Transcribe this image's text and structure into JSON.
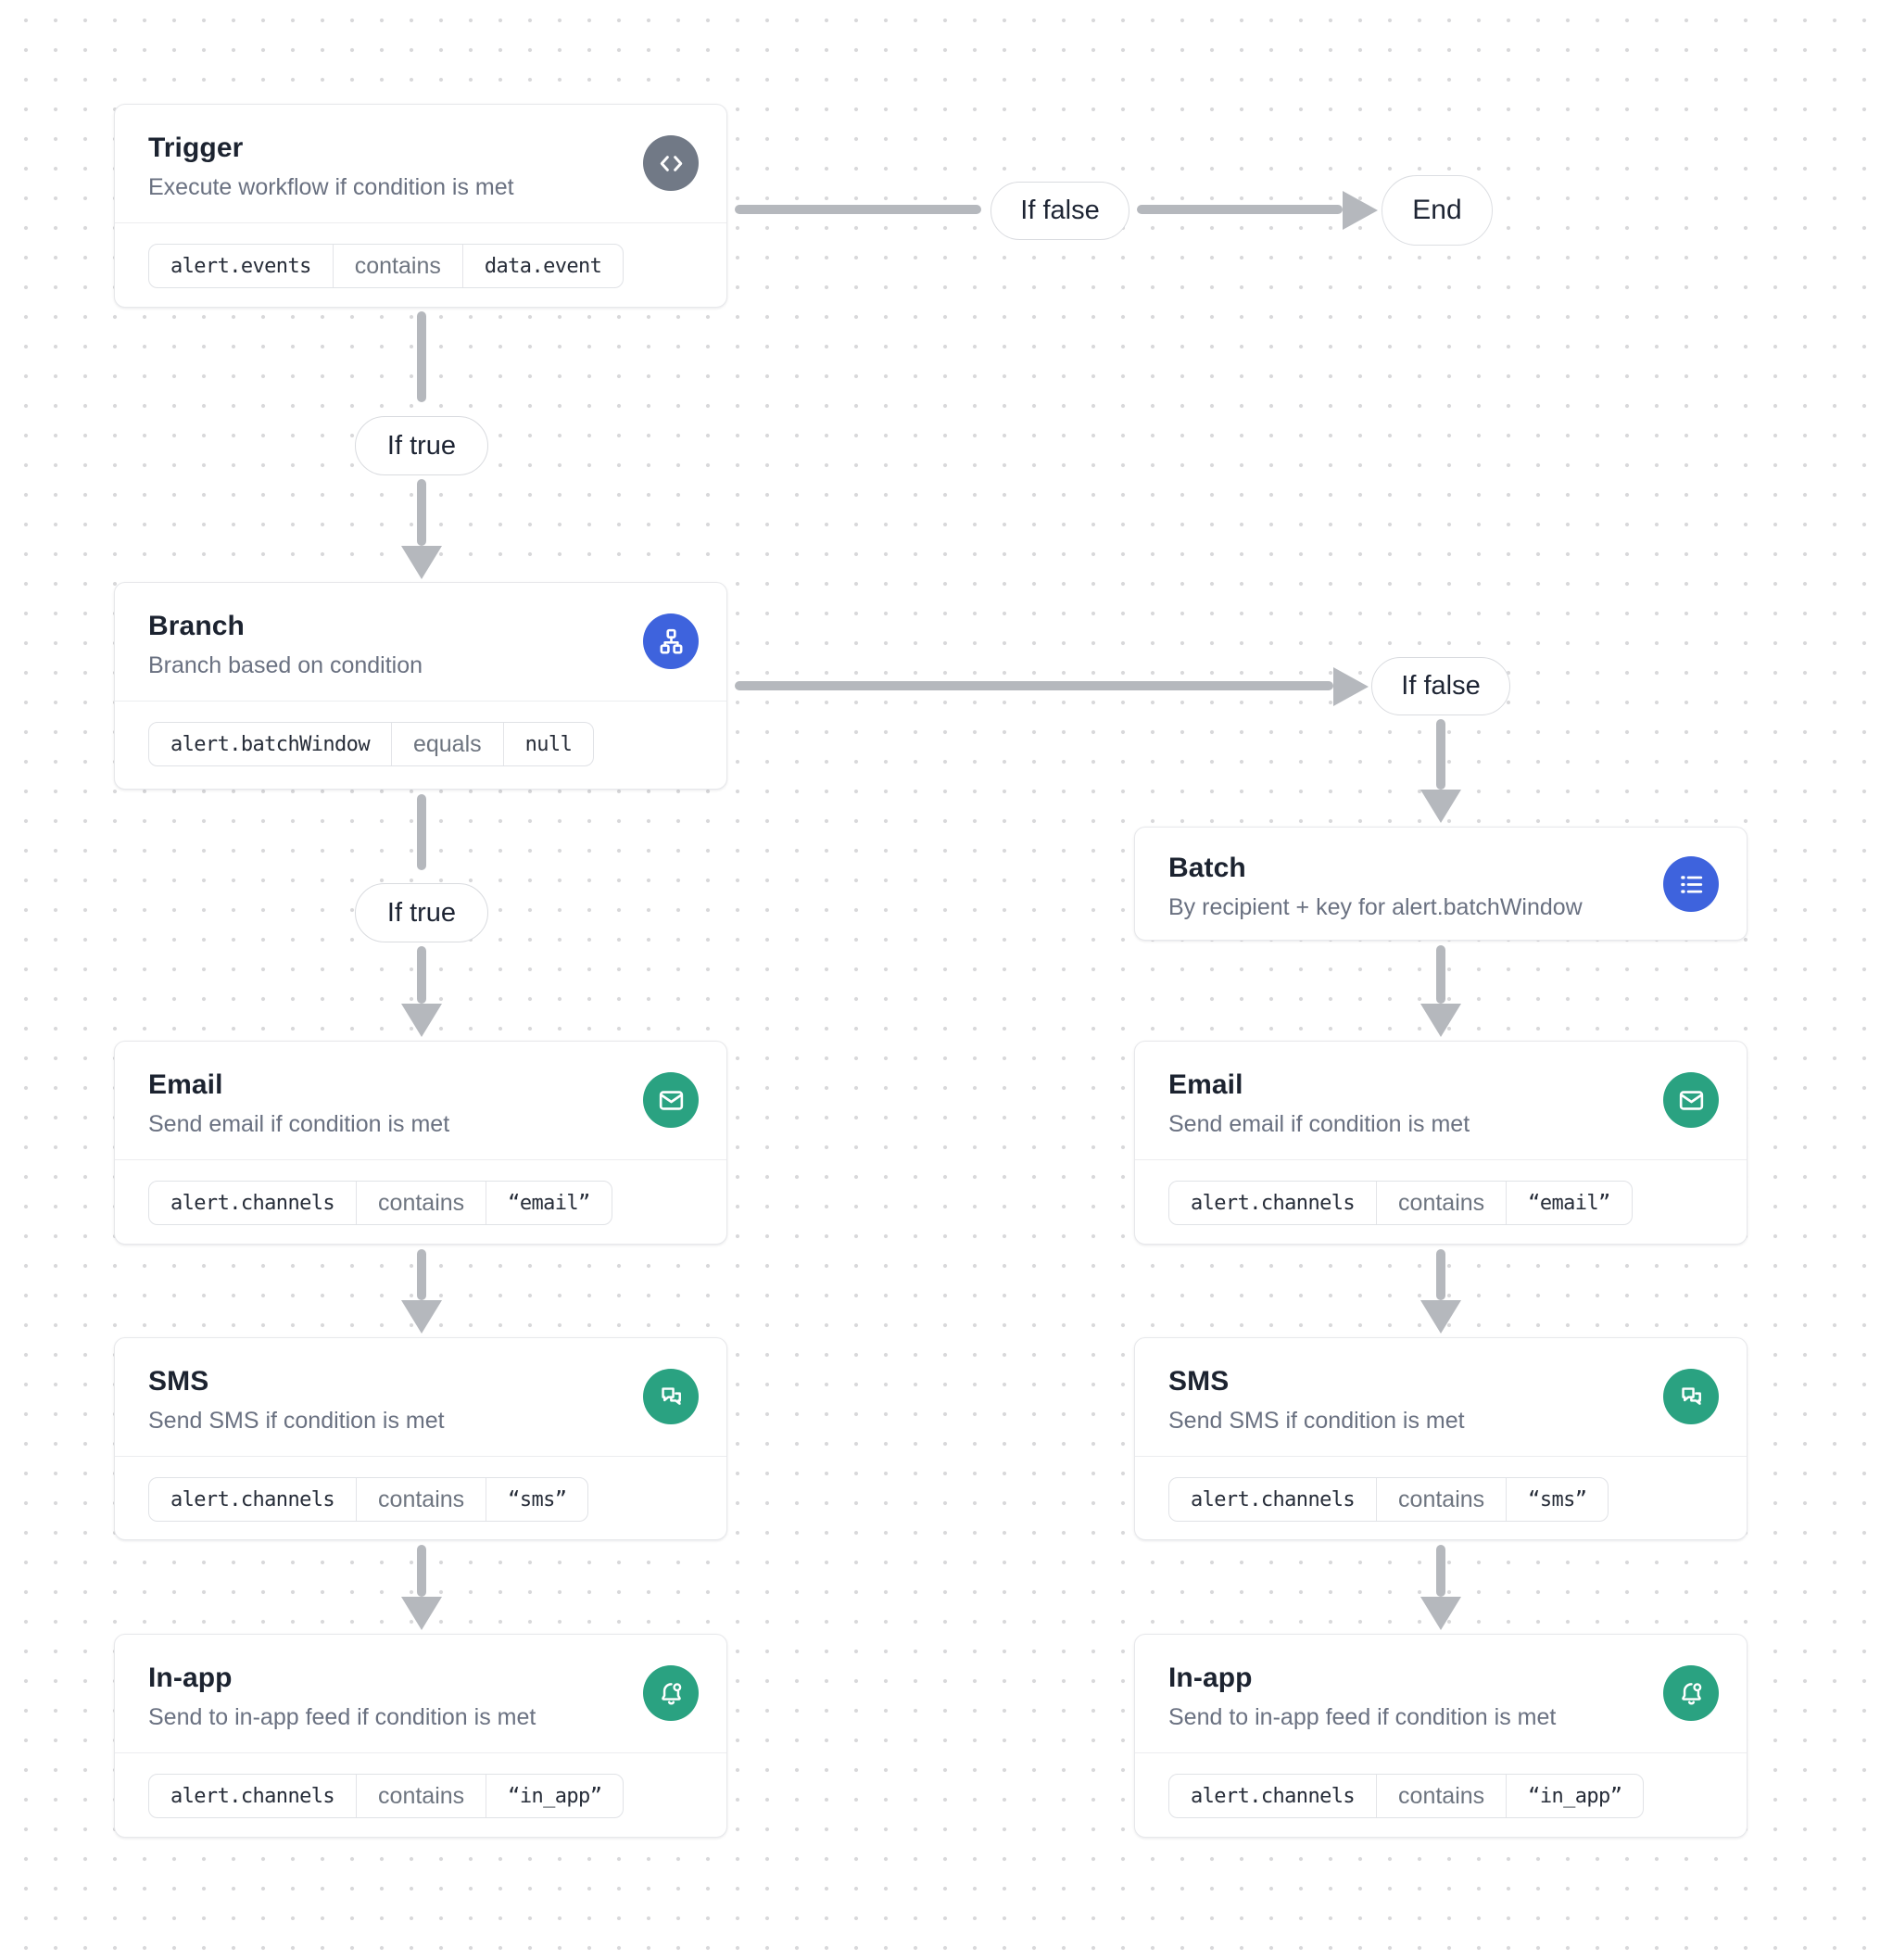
{
  "colors": {
    "accent_blue": "#3e63dd",
    "accent_green": "#2aa281",
    "accent_gray": "#717986",
    "edge_gray": "#b5b8bd"
  },
  "edge_labels": {
    "if_true": "If true",
    "if_false": "If false"
  },
  "end_node": {
    "label": "End"
  },
  "nodes": {
    "trigger": {
      "title": "Trigger",
      "subtitle": "Execute workflow if condition is met",
      "icon": "code-icon",
      "condition": {
        "field": "alert.events",
        "operator": "contains",
        "value": "data.event"
      }
    },
    "branch": {
      "title": "Branch",
      "subtitle": "Branch based on condition",
      "icon": "sitemap-icon",
      "condition": {
        "field": "alert.batchWindow",
        "operator": "equals",
        "value": "null"
      }
    },
    "batch": {
      "title": "Batch",
      "subtitle": "By recipient + key for alert.batchWindow",
      "icon": "list-icon"
    },
    "email_left": {
      "title": "Email",
      "subtitle": "Send email if condition is met",
      "icon": "mail-icon",
      "condition": {
        "field": "alert.channels",
        "operator": "contains",
        "value": "“email”"
      }
    },
    "sms_left": {
      "title": "SMS",
      "subtitle": "Send SMS if condition is met",
      "icon": "chat-icon",
      "condition": {
        "field": "alert.channels",
        "operator": "contains",
        "value": "“sms”"
      }
    },
    "inapp_left": {
      "title": "In-app",
      "subtitle": "Send to in-app feed if condition is met",
      "icon": "bell-icon",
      "condition": {
        "field": "alert.channels",
        "operator": "contains",
        "value": "“in_app”"
      }
    },
    "email_right": {
      "title": "Email",
      "subtitle": "Send email if condition is met",
      "icon": "mail-icon",
      "condition": {
        "field": "alert.channels",
        "operator": "contains",
        "value": "“email”"
      }
    },
    "sms_right": {
      "title": "SMS",
      "subtitle": "Send SMS if condition is met",
      "icon": "chat-icon",
      "condition": {
        "field": "alert.channels",
        "operator": "contains",
        "value": "“sms”"
      }
    },
    "inapp_right": {
      "title": "In-app",
      "subtitle": "Send to in-app feed if condition is met",
      "icon": "bell-icon",
      "condition": {
        "field": "alert.channels",
        "operator": "contains",
        "value": "“in_app”"
      }
    }
  }
}
